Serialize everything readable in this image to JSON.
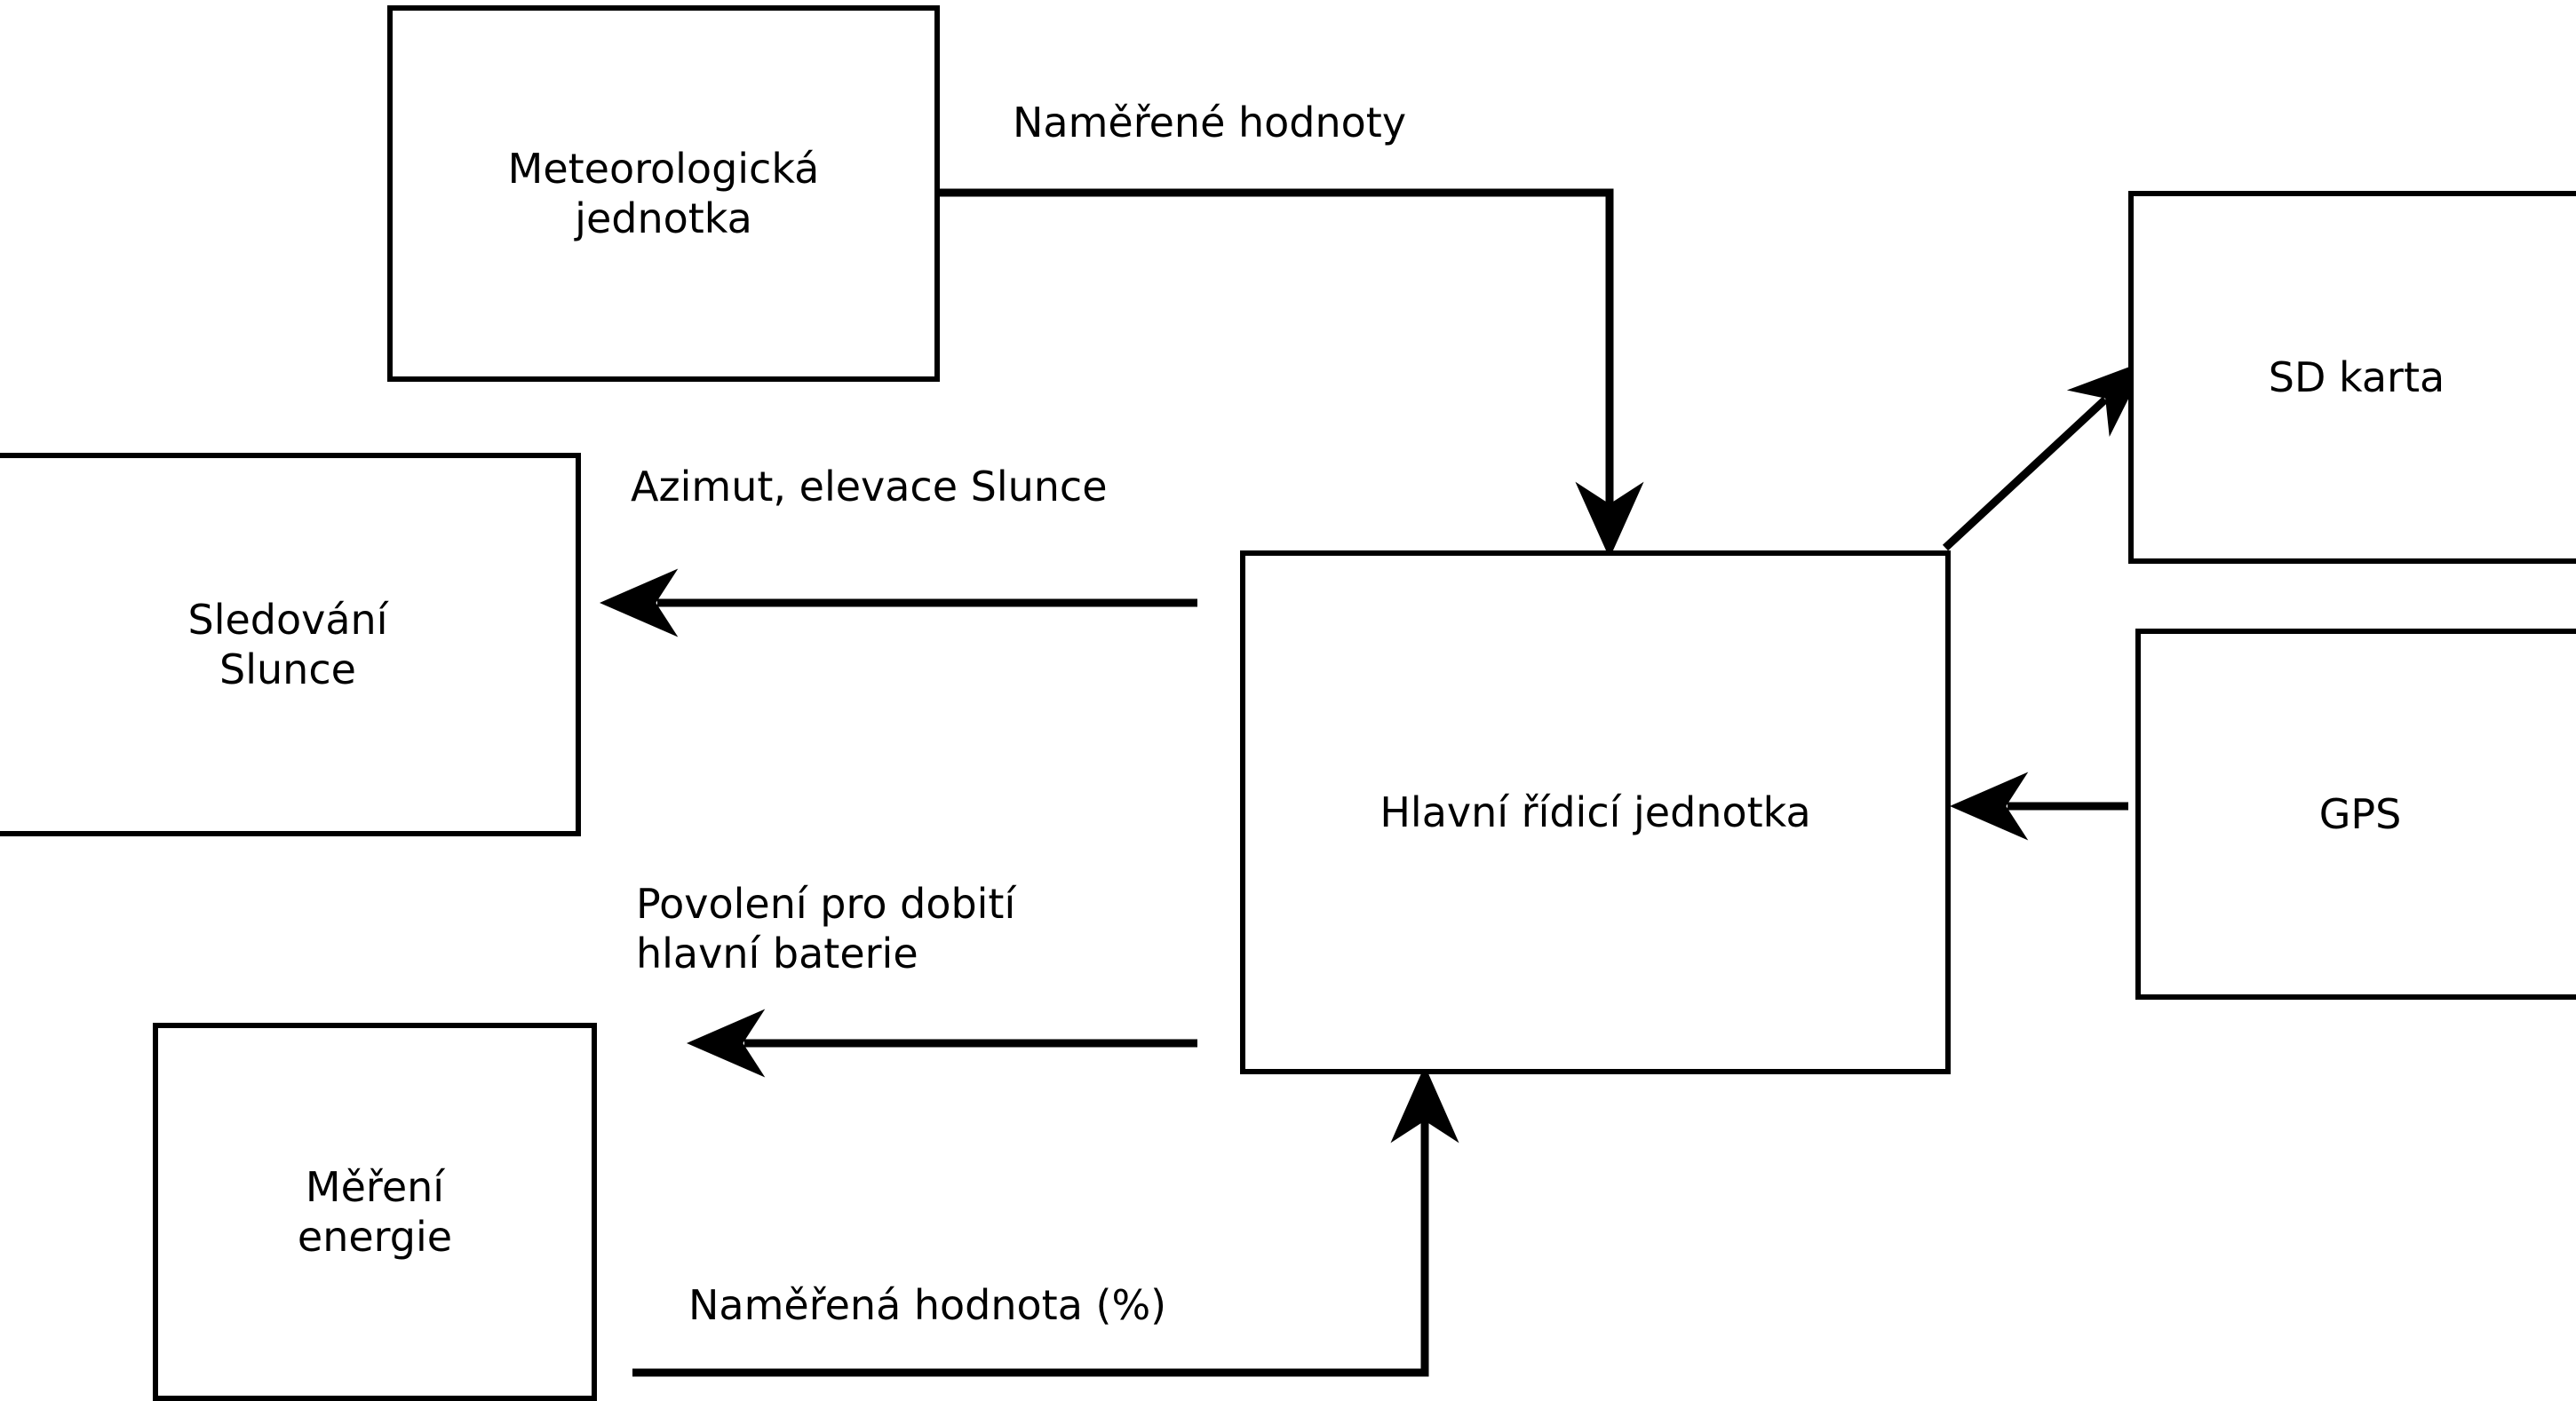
{
  "diagram": {
    "type": "block-diagram",
    "language": "cs",
    "nodes": [
      {
        "id": "meteo",
        "label": "Meteorologická\njednotka"
      },
      {
        "id": "sun-tracking",
        "label": "Sledování\nSlunce"
      },
      {
        "id": "energy-measurement",
        "label": "Měření\nenergie"
      },
      {
        "id": "main-control-unit",
        "label": "Hlavní řídicí jednotka"
      },
      {
        "id": "sd-card",
        "label": "SD karta"
      },
      {
        "id": "gps",
        "label": "GPS"
      }
    ],
    "edges": [
      {
        "id": "meteo-to-main",
        "label": "Naměřené hodnoty",
        "from": "meteo",
        "to": "main-control-unit"
      },
      {
        "id": "main-to-sun",
        "label": "Azimut, elevace Slunce",
        "from": "main-control-unit",
        "to": "sun-tracking"
      },
      {
        "id": "main-to-energy",
        "label": "Povolení pro dobití\nhlavní baterie",
        "from": "main-control-unit",
        "to": "energy-measurement"
      },
      {
        "id": "energy-to-main",
        "label": "Naměřená hodnota (%)",
        "from": "energy-measurement",
        "to": "main-control-unit"
      },
      {
        "id": "main-to-sd",
        "label": "",
        "from": "main-control-unit",
        "to": "sd-card"
      },
      {
        "id": "gps-to-main",
        "label": "",
        "from": "gps",
        "to": "main-control-unit"
      }
    ],
    "colors": {
      "stroke": "#000000",
      "fill": "#ffffff",
      "text": "#000000"
    }
  }
}
